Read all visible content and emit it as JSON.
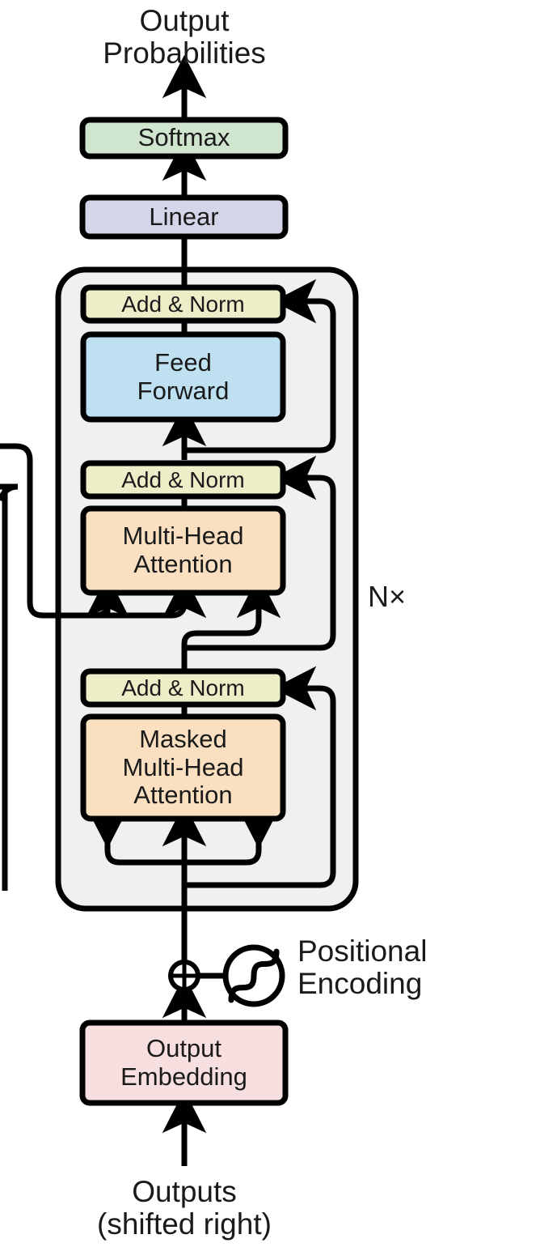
{
  "diagram": {
    "title": "Transformer Decoder Stack",
    "type": "architecture-block-diagram"
  },
  "labels": {
    "output_probabilities": "Output\nProbabilities",
    "positional_encoding": "Positional\nEncoding",
    "outputs_shifted": "Outputs\n(shifted right)",
    "repeat_count": "N×"
  },
  "blocks": {
    "softmax": "Softmax",
    "linear": "Linear",
    "add_norm_top": "Add & Norm",
    "feed_forward": "Feed\nForward",
    "add_norm_mid": "Add & Norm",
    "multi_head_attention": "Multi-Head\nAttention",
    "add_norm_bottom": "Add & Norm",
    "masked_multi_head_attention": "Masked\nMulti-Head\nAttention",
    "output_embedding": "Output\nEmbedding"
  },
  "icons": {
    "add_node": "⊕",
    "sine_wave": "sine-wave-icon"
  },
  "colors": {
    "softmax": "#cfe5cd",
    "linear": "#d5d5ea",
    "add_norm": "#edeec8",
    "feed_forward": "#bfe0f0",
    "attention": "#fadfc0",
    "embedding": "#f7dfe0",
    "container": "#f0f0f0",
    "stroke": "#000000",
    "text": "#1a1a1a",
    "background": "#ffffff"
  }
}
